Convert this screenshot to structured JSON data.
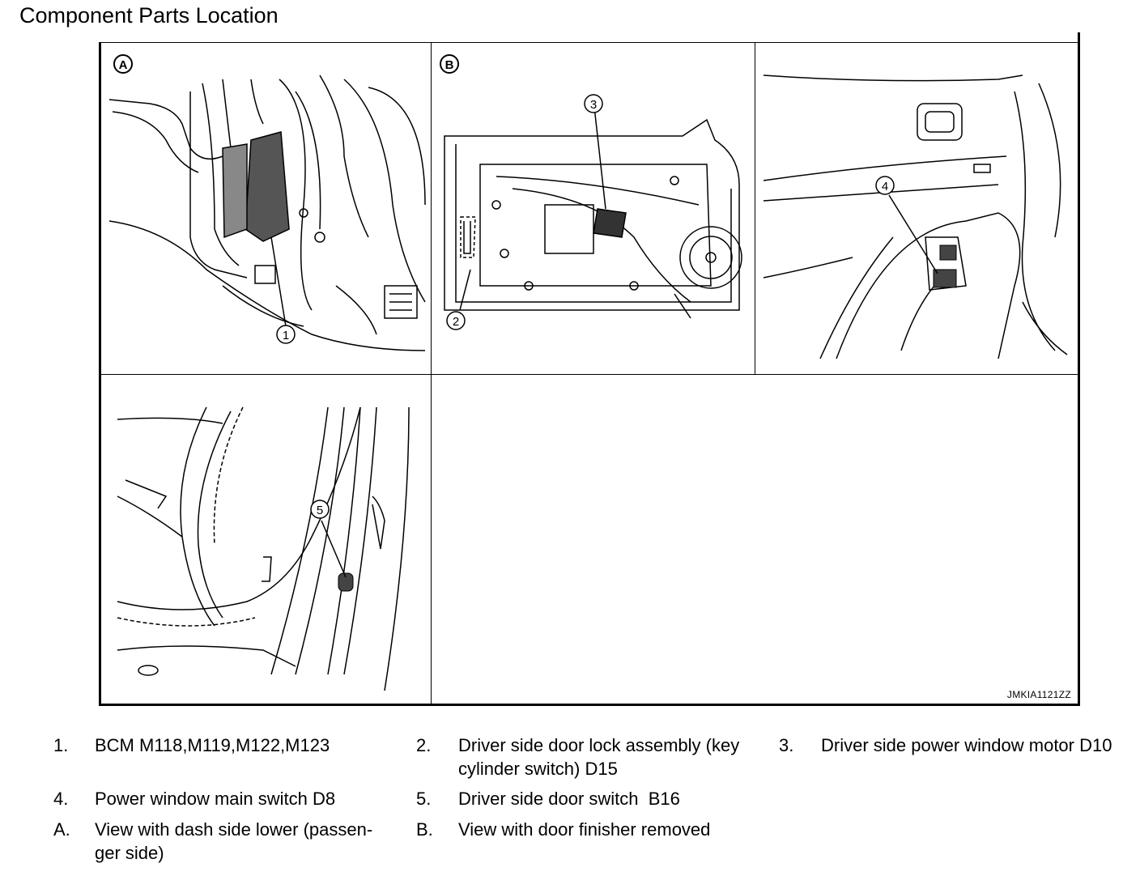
{
  "title": "Component Parts Location",
  "figure": {
    "reference_code": "JMKIA1121ZZ",
    "view_markers": [
      "A",
      "B"
    ],
    "callouts": [
      "1",
      "2",
      "3",
      "4",
      "5"
    ]
  },
  "legend": [
    {
      "num": "1.",
      "text": "BCM M118,M119,M122,M123"
    },
    {
      "num": "2.",
      "text": "Driver side door lock assembly (key",
      "text2": "cylinder switch) D15"
    },
    {
      "num": "3.",
      "text": "Driver side power window motor D10"
    },
    {
      "num": "4.",
      "text": "Power window main switch D8"
    },
    {
      "num": "5.",
      "text": "Driver side door switch  B16"
    },
    {
      "num": "A.",
      "text": "View with dash side lower (passen-",
      "text2": "ger side)"
    },
    {
      "num": "B.",
      "text": "View with door finisher removed"
    }
  ]
}
